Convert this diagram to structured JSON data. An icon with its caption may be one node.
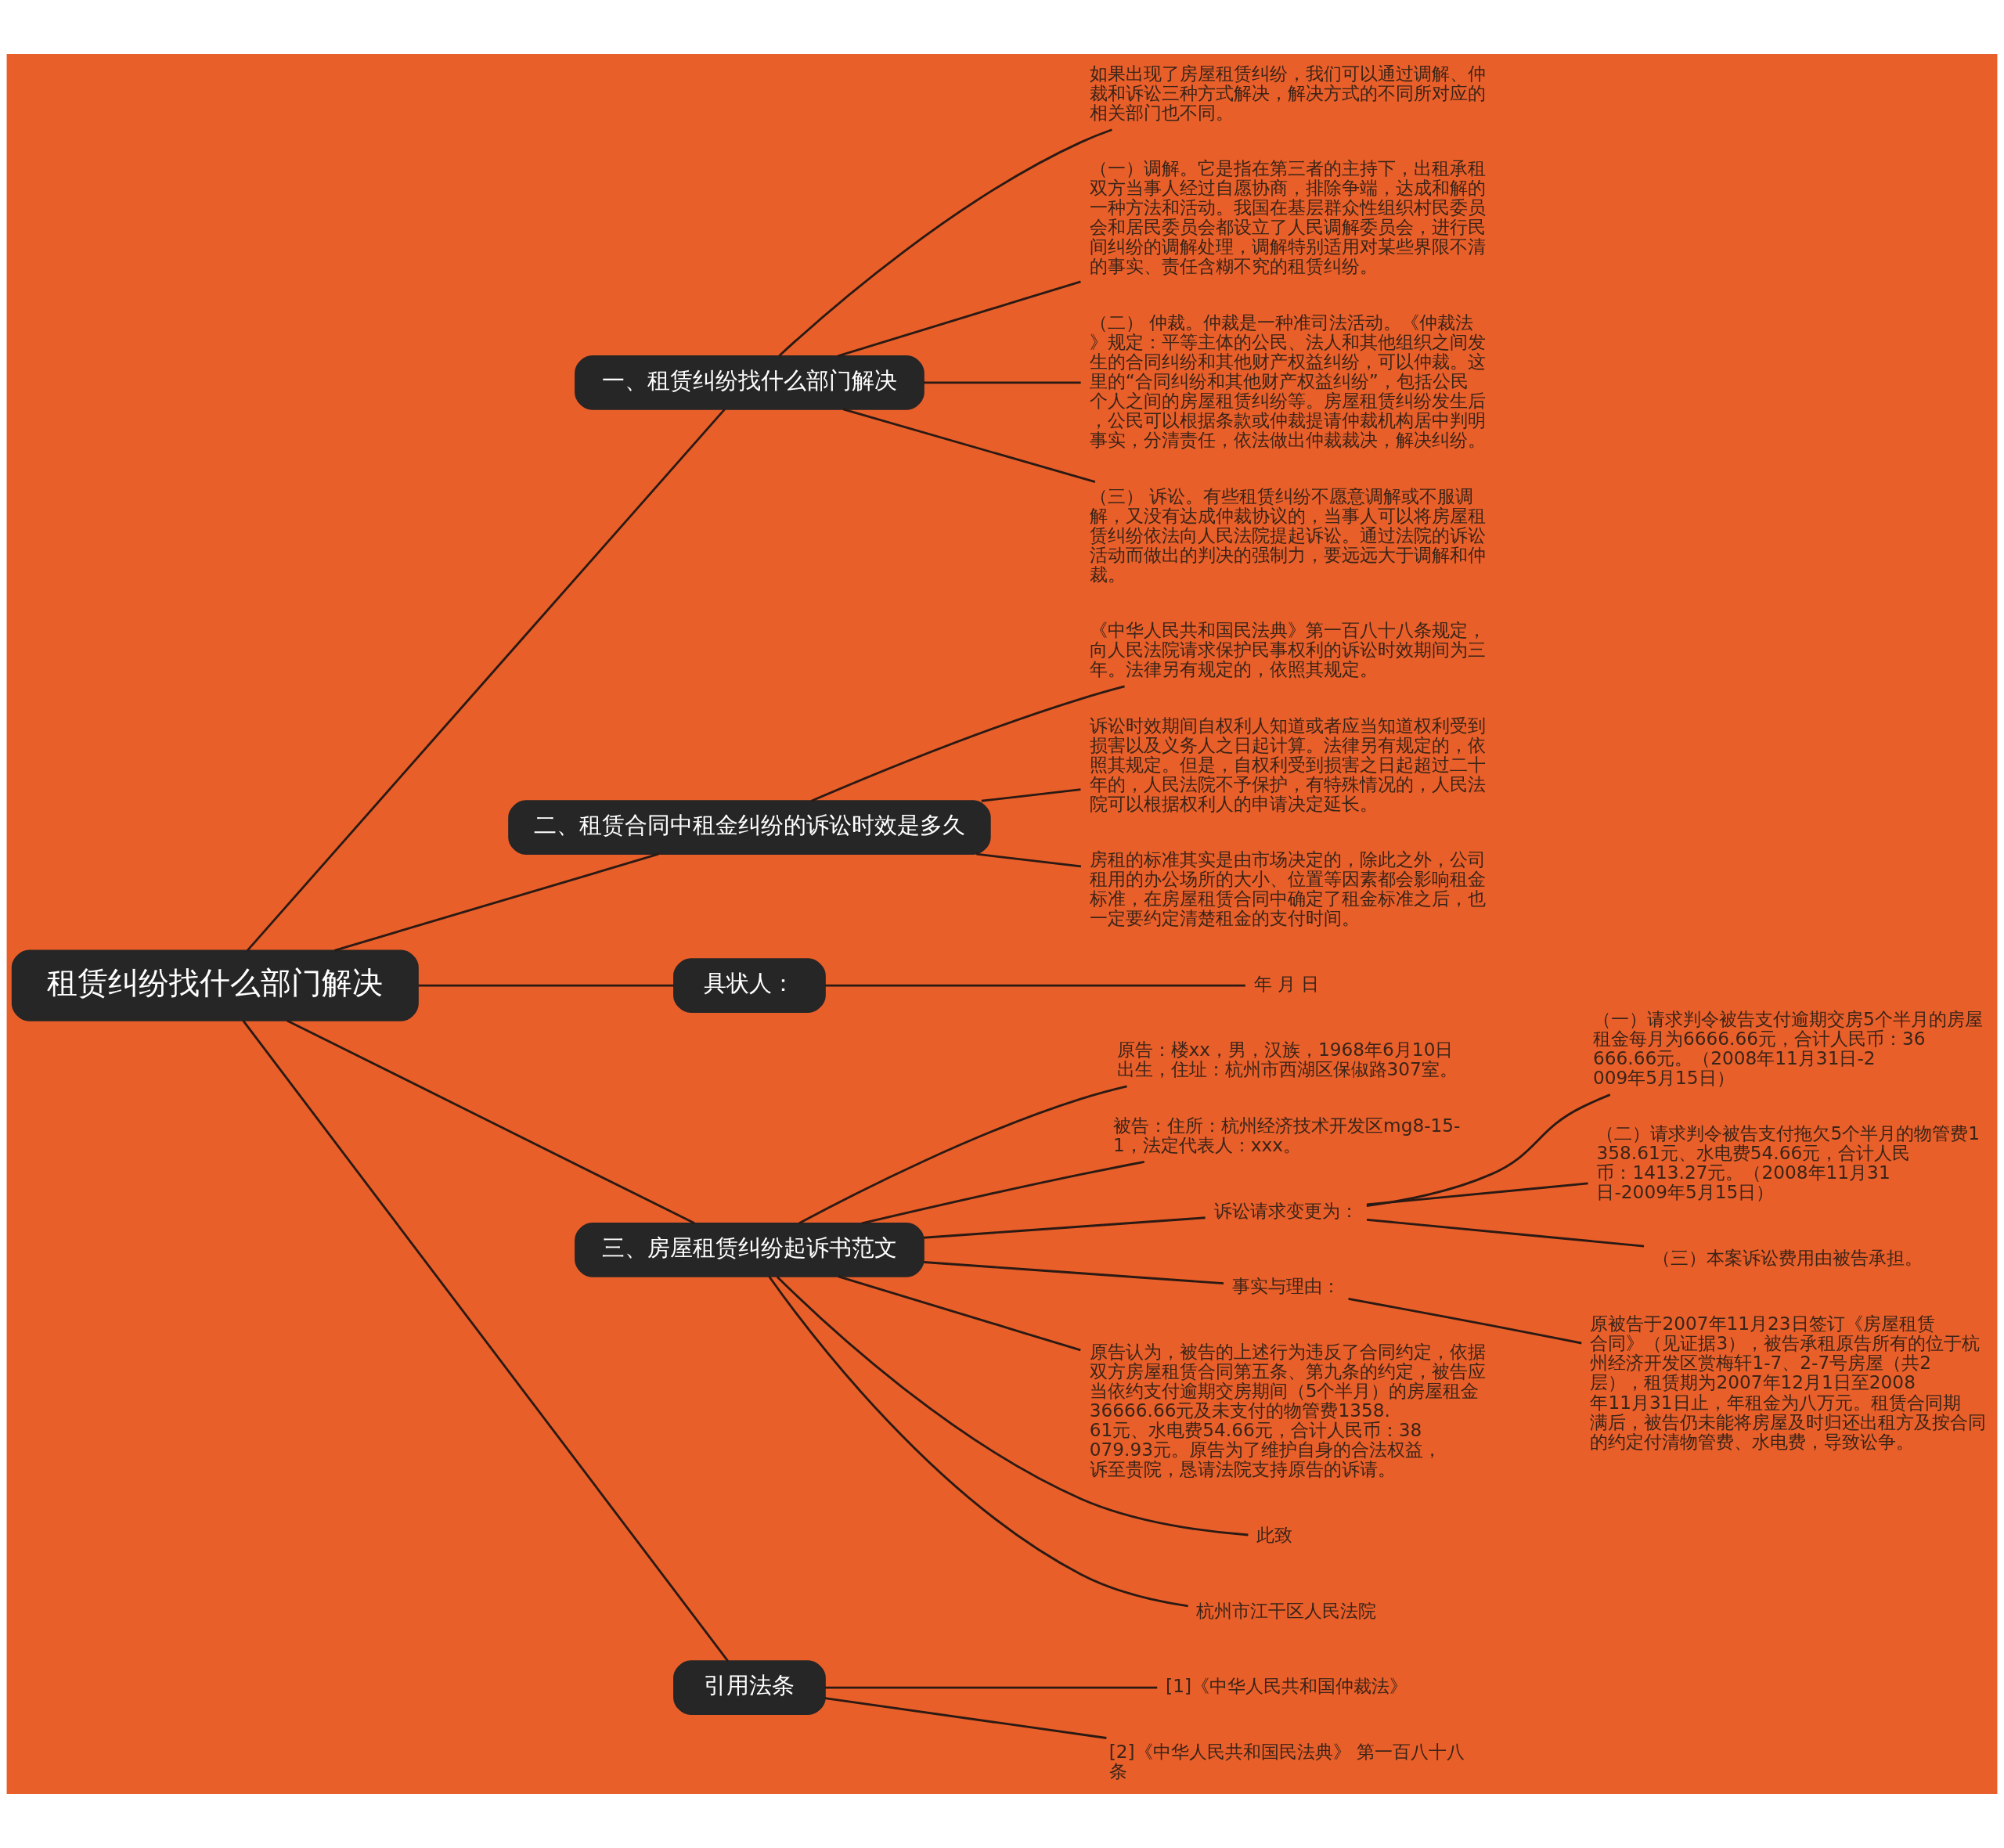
{
  "diagram": {
    "nodes": [
      {
        "text": [
          "租赁纠纷找什么部门解决"
        ]
      },
      {
        "text": [
          "一、租赁纠纷找什么部门解决"
        ]
      },
      {
        "text": [
          "如果出现了房屋租赁纠纷，我们可以通过调解、仲裁和诉讼三种方式解决，解决方式的不同所对应的相关部门也不同。"
        ]
      },
      {
        "text": [
          "（一）调解。它是指在第三者的主持下，出租承租双方当事人经过自愿协商，排除争端，达成和解的一种方法和活动。我国在基层群众性组织村民委员会和居民委员会都设立了人民调解委员会，进行民间纠纷的调解处理，调解特别适用对某些界限不清的事实、责任含糊不究的租赁纠纷。"
        ]
      },
      {
        "text": [
          "（二） 仲裁。仲裁是一种准司法活动。《仲裁法》规定：平等主体的公民、法人和其他组织之间发生的合同纠纷和其他财产权益纠纷，可以仲裁。这里的“合同纠纷和其他财产权益纠纷”，包括公民个人之间的房屋租赁纠纷等。房屋租赁纠纷发生后，公民可以根据条款或仲裁提请仲裁机构居中判明事实，分清责任，依法做出仲裁裁决，解决纠纷。"
        ]
      },
      {
        "text": [
          "（三） 诉讼。有些租赁纠纷不愿意调解或不服调解，又没有达成仲裁协议的，当事人可以将房屋租赁纠纷依法向人民法院提起诉讼。通过法院的诉讼活动而做出的判决的强制力，要远远大于调解和仲裁。"
        ]
      },
      {
        "text": [
          "二、租赁合同中租金纠纷的诉讼时效是多久"
        ]
      },
      {
        "text": [
          "《中华人民共和国民法典》第一百八十八条规定，向人民法院请求保护民事权利的诉讼时效期间为三年。法律另有规定的，依照其规定。"
        ]
      },
      {
        "text": [
          "诉讼时效期间自权利人知道或者应当知道权利受到损害以及义务人之日起计算。法律另有规定的，依照其规定。但是，自权利受到损害之日起超过二十年的，人民法院不予保护，有特殊情况的，人民法院可以根据权利人的申请决定延长。"
        ]
      },
      {
        "text": [
          "房租的标准其实是由市场决定的，除此之外，公司租用的办公场所的大小、位置等因素都会影响租金标准，在房屋租赁合同中确定了租金标准之后，也一定要约定清楚租金的支付时间。"
        ]
      },
      {
        "text": [
          "具状人："
        ]
      },
      {
        "text": [
          "年 月 日"
        ]
      },
      {
        "text": [
          "三、房屋租赁纠纷起诉书范文"
        ]
      },
      {
        "text": [
          "原告：楼xx，男，汉族，1968年6月10日出生，住址：杭州市西湖区保俶路307室。"
        ]
      },
      {
        "text": [
          "被告：住所：杭州经济技术开发区mg8-15-1，法定代表人：xxx。"
        ]
      },
      {
        "text": [
          "诉讼请求变更为："
        ]
      },
      {
        "text": [
          "（一）请求判令被告支付逾期交房5个半月的房屋租金每月为6666.66元，合计人民币：36666.66元。（2008年11月31日-2009年5月15日）"
        ]
      },
      {
        "text": [
          "（二）请求判令被告支付拖欠5个半月的物管费1358.61元、水电费54.66元，合计人民币：1413.27元。（2008年11月31日-2009年5月15日）"
        ]
      },
      {
        "text": [
          "（三）本案诉讼费用由被告承担。"
        ]
      },
      {
        "text": [
          "事实与理由："
        ]
      },
      {
        "text": [
          "原被告于2007年11月23日签订《房屋租赁合同》（见证据3），被告承租原告所有的位于杭州经济开发区赏梅轩1-7、2-7号房屋（共2层），租赁期为2007年12月1日至2008年11月31日止，年租金为八万元。租赁合同期满后，被告仍未能将房屋及时归还出租方及按合同的约定付清物管费、水电费，导致讼争。"
        ]
      },
      {
        "text": [
          "原告认为，被告的上述行为违反了合同约定，依据双方房屋租赁合同第五条、第九条的约定，被告应当依约支付逾期交房期间（5个半月）的房屋租金36666.66元及未支付的物管费1358.61元、水电费54.66元，合计人民币：38079.93元。原告为了维护自身的合法权益，诉至贵院，恳请法院支持原告的诉请。"
        ]
      },
      {
        "text": [
          "此致"
        ]
      },
      {
        "text": [
          "杭州市江干区人民法院"
        ]
      },
      {
        "text": [
          "引用法条"
        ]
      },
      {
        "text": [
          "[1]《中华人民共和国仲裁法》"
        ]
      },
      {
        "text": [
          "[2]《中华人民共和国民法典》 第一百八十八条"
        ]
      }
    ],
    "edges": [
      {
        "from": 0,
        "to": 1,
        "arrow": "none"
      },
      {
        "from": 1,
        "to": 2,
        "arrow": "none"
      },
      {
        "from": 1,
        "to": 3,
        "arrow": "none"
      },
      {
        "from": 1,
        "to": 4,
        "arrow": "none"
      },
      {
        "from": 1,
        "to": 5,
        "arrow": "none"
      },
      {
        "from": 0,
        "to": 6,
        "arrow": "none"
      },
      {
        "from": 6,
        "to": 7,
        "arrow": "none"
      },
      {
        "from": 6,
        "to": 8,
        "arrow": "none"
      },
      {
        "from": 6,
        "to": 9,
        "arrow": "none"
      },
      {
        "from": 0,
        "to": 10,
        "arrow": "none"
      },
      {
        "from": 10,
        "to": 11,
        "arrow": "none"
      },
      {
        "from": 0,
        "to": 12,
        "arrow": "none"
      },
      {
        "from": 12,
        "to": 13,
        "arrow": "none"
      },
      {
        "from": 12,
        "to": 14,
        "arrow": "none"
      },
      {
        "from": 12,
        "to": 15,
        "arrow": "none"
      },
      {
        "from": 15,
        "to": 16,
        "arrow": "none"
      },
      {
        "from": 15,
        "to": 17,
        "arrow": "none"
      },
      {
        "from": 15,
        "to": 18,
        "arrow": "none"
      },
      {
        "from": 12,
        "to": 19,
        "arrow": "none"
      },
      {
        "from": 19,
        "to": 20,
        "arrow": "none"
      },
      {
        "from": 12,
        "to": 21,
        "arrow": "none"
      },
      {
        "from": 12,
        "to": 22,
        "arrow": "none"
      },
      {
        "from": 12,
        "to": 23,
        "arrow": "none"
      },
      {
        "from": 0,
        "to": 24,
        "arrow": "none"
      },
      {
        "from": 24,
        "to": 25,
        "arrow": "none"
      },
      {
        "from": 24,
        "to": 26,
        "arrow": "none"
      }
    ]
  }
}
